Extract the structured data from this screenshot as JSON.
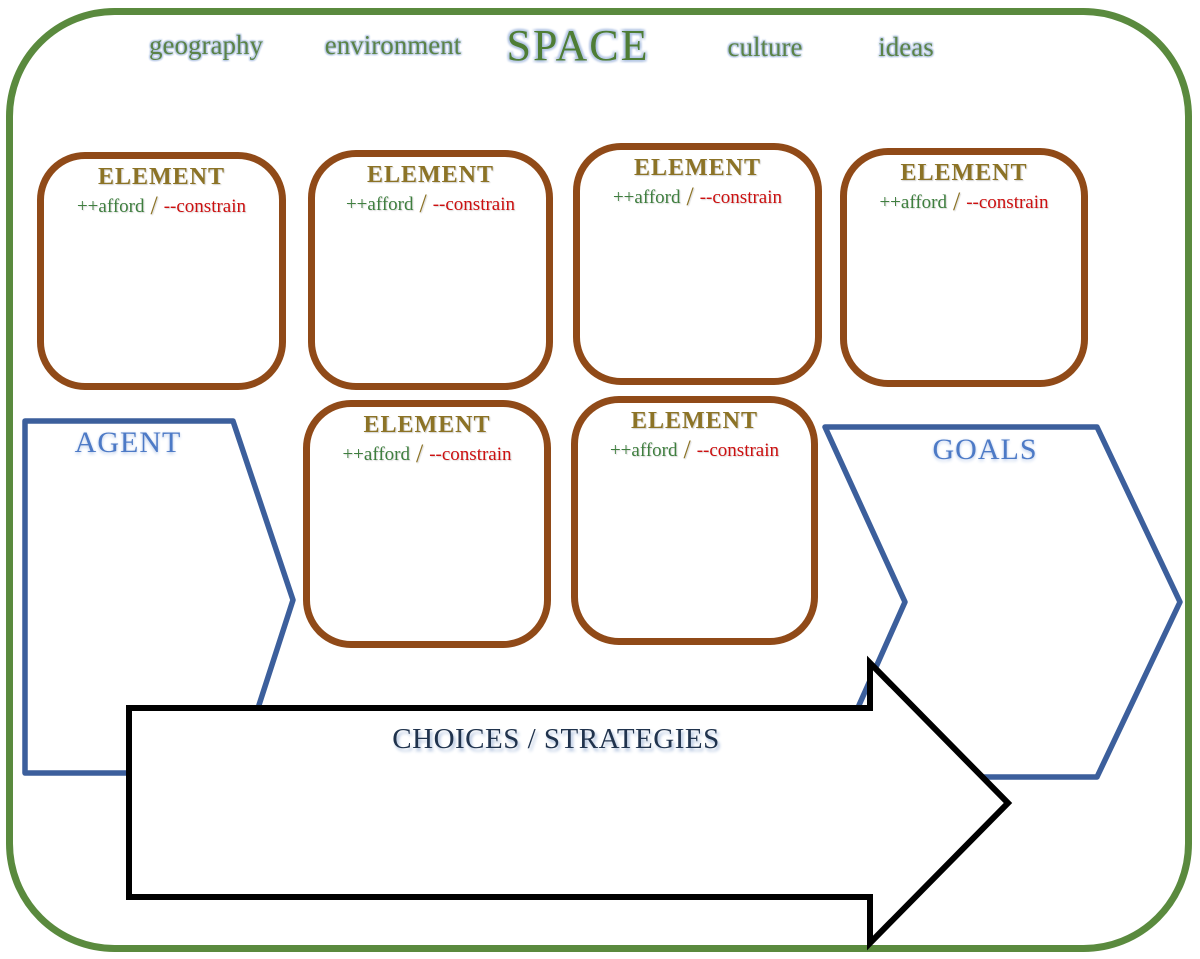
{
  "header": {
    "title": "SPACE",
    "words": [
      {
        "label": "geography"
      },
      {
        "label": "environment"
      },
      {
        "label": "culture"
      },
      {
        "label": "ideas"
      }
    ]
  },
  "elements": [
    {
      "title": "ELEMENT",
      "afford": "++afford",
      "separator": "/",
      "constrain": "--constrain"
    },
    {
      "title": "ELEMENT",
      "afford": "++afford",
      "separator": "/",
      "constrain": "--constrain"
    },
    {
      "title": "ELEMENT",
      "afford": "++afford",
      "separator": "/",
      "constrain": "--constrain"
    },
    {
      "title": "ELEMENT",
      "afford": "++afford",
      "separator": "/",
      "constrain": "--constrain"
    },
    {
      "title": "ELEMENT",
      "afford": "++afford",
      "separator": "/",
      "constrain": "--constrain"
    },
    {
      "title": "ELEMENT",
      "afford": "++afford",
      "separator": "/",
      "constrain": "--constrain"
    }
  ],
  "agent": {
    "label": "AGENT"
  },
  "goals": {
    "label": "GOALS"
  },
  "choices_arrow": {
    "label": "CHOICES / STRATEGIES"
  },
  "colors": {
    "canvas_border": "#5a8a3e",
    "space_text": "#4e7d35",
    "header_word_text": "#5b8347",
    "element_border": "#904a18",
    "element_title": "#8c7326",
    "afford_text": "#3e7e3e",
    "separator_text": "#8c7326",
    "constrain_text": "#cc1010",
    "agent_goals_border": "#3c5f9c",
    "agent_goals_text": "#4d7ac6",
    "arrow_border": "#000000",
    "arrow_text": "#20334d"
  }
}
